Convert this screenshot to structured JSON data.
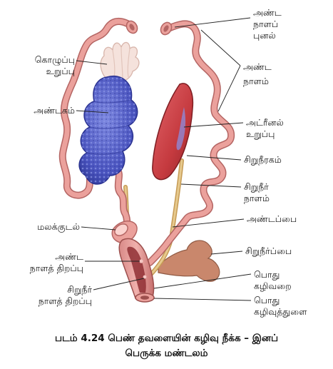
{
  "labels": {
    "oviduct_funnel": [
      "அண்ட",
      "நாளப்",
      "புனல்"
    ],
    "oviduct": [
      "அண்ட",
      "நாளம்"
    ],
    "fat_body": [
      "கொழுப்பு",
      "உறுப்பு"
    ],
    "ovary": "அண்டகம்",
    "adrenal_gland": [
      "அட்ரீனல்",
      "உறுப்பு"
    ],
    "kidney": "சிறுநீரகம்",
    "ureter": [
      "சிறுநீர்",
      "நாளம்"
    ],
    "ovisac": "அண்டப்பை",
    "rectum": "மலக்குடல்",
    "urinary_bladder": "சிறுநீர்ப்பை",
    "oviduct_opening": [
      "அண்ட",
      "நாளத் திறப்பு"
    ],
    "ureter_opening": [
      "சிறுநீர்",
      "நாளத் திறப்பு"
    ],
    "cloaca": [
      "பொது",
      "கழிவறை"
    ],
    "cloacal_aperture": [
      "பொது",
      "கழிவுத்துளை"
    ]
  },
  "caption": [
    "படம் 4.24 பெண் தவளையின் கழிவு நீக்க – இனப்",
    "பெருக்க மண்டலம்"
  ],
  "colors": {
    "oviduct": "#e89a96",
    "oviduct_dark": "#b05e5c",
    "ovary": "#5561c9",
    "kidney": "#c73d42",
    "ureter": "#d8b36c",
    "fat_body": "#f3dcd6",
    "bladder": "#c9876c"
  }
}
